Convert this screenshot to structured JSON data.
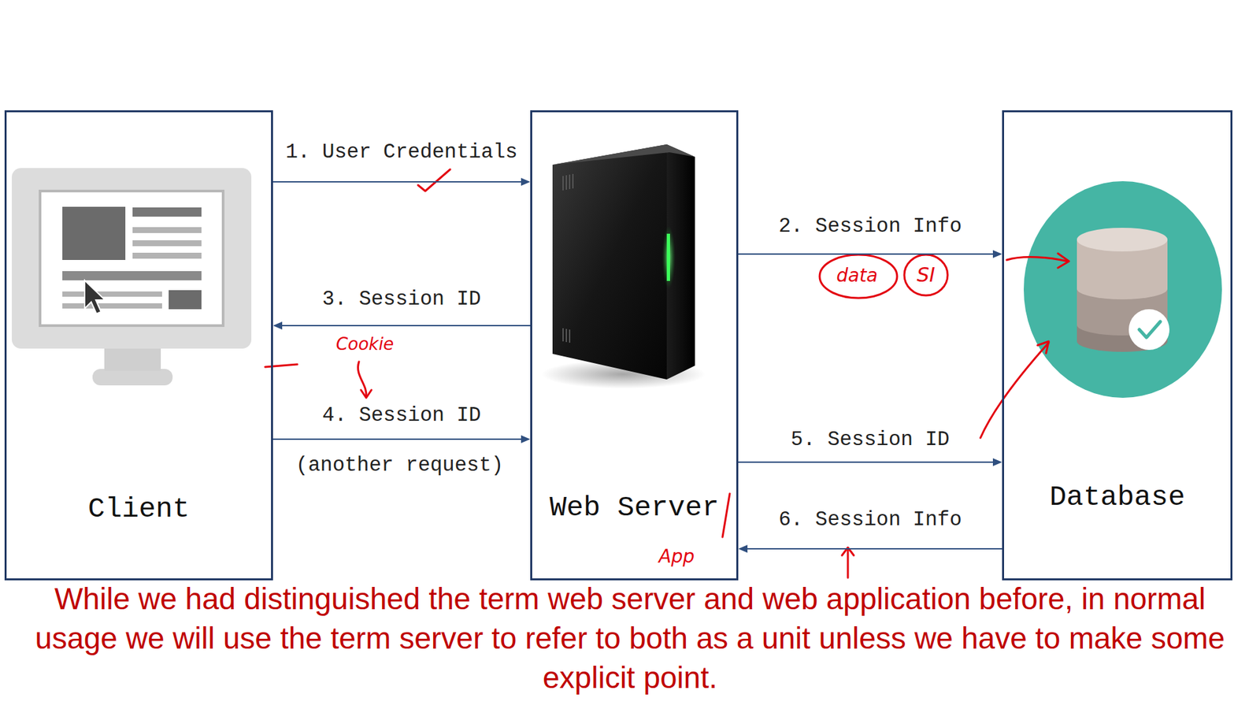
{
  "diagram": {
    "caption": "While we had distinguished the term web server and web application before, in normal usage we will use the term server to refer to both as a unit unless we have to make some explicit point.",
    "nodes": [
      {
        "text": [
          "Client"
        ]
      },
      {
        "text": [
          "Web Server"
        ]
      },
      {
        "text": [
          "Database"
        ]
      }
    ],
    "edges": [
      {
        "from": 0,
        "to": 1,
        "arrow": "to",
        "label": "1. User Credentials"
      },
      {
        "from": 1,
        "to": 2,
        "arrow": "to",
        "label": "2. Session Info"
      },
      {
        "from": 1,
        "to": 0,
        "arrow": "to",
        "label": "3. Session ID"
      },
      {
        "from": 0,
        "to": 1,
        "arrow": "to",
        "label": "4. Session ID"
      },
      {
        "from": 1,
        "to": 2,
        "arrow": "to",
        "label": "5. Session ID"
      },
      {
        "from": 2,
        "to": 1,
        "arrow": "to",
        "label": "6. Session Info"
      }
    ],
    "labels": [
      "Cookie",
      "(another request)",
      "data",
      "SI",
      "App"
    ]
  }
}
